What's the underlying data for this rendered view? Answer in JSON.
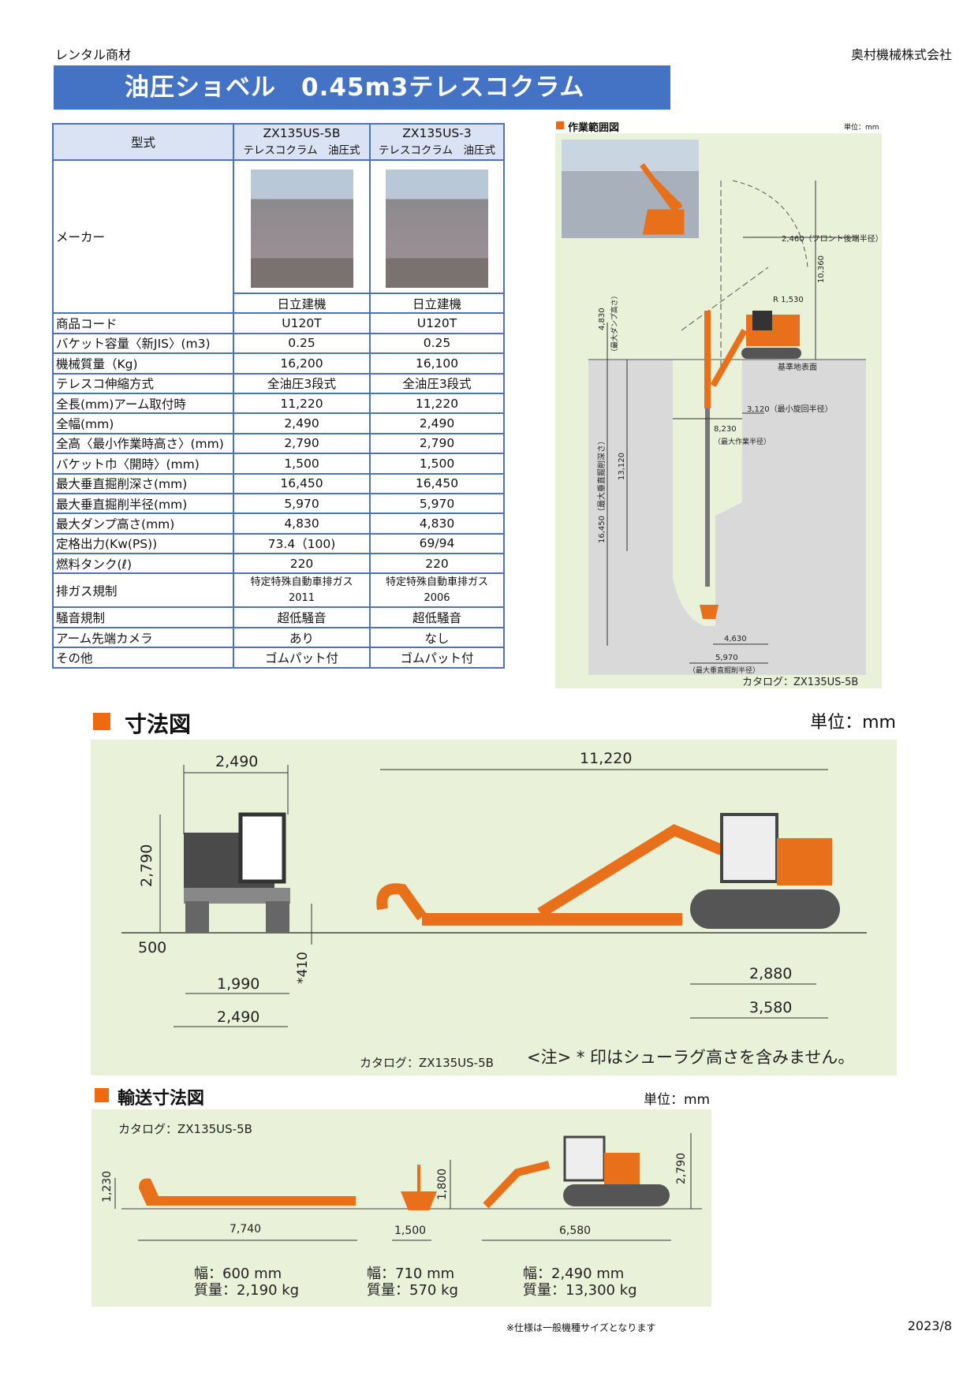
{
  "header": {
    "left": "レンタル商材",
    "right": "奥村機械株式会社"
  },
  "title": "油圧ショベル　0.45m3テレスコクラム",
  "spec_table": {
    "label_model": "型式",
    "models": [
      {
        "name": "ZX135US-5B",
        "sub": "テレスコクラム　油圧式"
      },
      {
        "name": "ZX135US-3",
        "sub": "テレスコクラム　油圧式"
      }
    ],
    "label_maker": "メーカー",
    "makers": [
      "日立建機",
      "日立建機"
    ],
    "rows": [
      {
        "label": "商品コード",
        "values": [
          "U120T",
          "U120T"
        ]
      },
      {
        "label": "バケット容量〈新JIS〉(m3)",
        "values": [
          "0.25",
          "0.25"
        ]
      },
      {
        "label": "機械質量（Kg)",
        "values": [
          "16,200",
          "16,100"
        ]
      },
      {
        "label": "テレスコ伸縮方式",
        "values": [
          "全油圧3段式",
          "全油圧3段式"
        ]
      },
      {
        "label": "全長(mm)アーム取付時",
        "values": [
          "11,220",
          "11,220"
        ]
      },
      {
        "label": "全幅(mm)",
        "values": [
          "2,490",
          "2,490"
        ]
      },
      {
        "label": "全高〈最小作業時高さ〉(mm)",
        "values": [
          "2,790",
          "2,790"
        ]
      },
      {
        "label": "バケット巾〈開時〉(mm)",
        "values": [
          "1,500",
          "1,500"
        ]
      },
      {
        "label": "最大垂直掘削深さ(mm)",
        "values": [
          "16,450",
          "16,450"
        ]
      },
      {
        "label": "最大垂直掘削半径(mm)",
        "values": [
          "5,970",
          "5,970"
        ]
      },
      {
        "label": "最大ダンプ高さ(mm)",
        "values": [
          "4,830",
          "4,830"
        ]
      },
      {
        "label": "定格出力(Kw(PS))",
        "values": [
          "73.4（100)",
          "69/94"
        ]
      }
    ],
    "fuel": {
      "label": "燃料タンク(ℓ)",
      "values": [
        "220",
        "220"
      ]
    },
    "emission": {
      "label": "排ガス規制",
      "values": [
        {
          "l1": "特定特殊自動車排ガス",
          "l2": "2011"
        },
        {
          "l1": "特定特殊自動車排ガス",
          "l2": "2006"
        }
      ]
    },
    "rows2": [
      {
        "label": "騒音規制",
        "values": [
          "超低騒音",
          "超低騒音"
        ]
      },
      {
        "label": "アーム先端カメラ",
        "values": [
          "あり",
          "なし"
        ]
      },
      {
        "label": "その他",
        "values": [
          "ゴムパット付",
          "ゴムパット付"
        ]
      }
    ]
  },
  "work_range": {
    "title": "作業範囲図",
    "unit": "単位：mm",
    "d_rear": "2,460（フロント後端半径）",
    "d_height": "10,360",
    "d_r": "R 1,530",
    "d_dump": "4,830",
    "d_dump_label": "（最大ダンプ高さ）",
    "ground": "基準地表面",
    "d_swing": "3,120（最小旋回半径）",
    "d_reach": "8,230",
    "d_reach_label": "（最大作業半径）",
    "d_depth": "16,450（最大垂直掘削深さ）",
    "d_depth2": "13,120",
    "d_r1": "4,630",
    "d_r2": "5,970",
    "d_r2_label": "（最大垂直掘削半径）",
    "catalog": "カタログ：ZX135US-5B"
  },
  "dimensions": {
    "title": "寸法図",
    "unit": "単位：mm",
    "w_top": "2,490",
    "h": "2,790",
    "d500": "500",
    "d1990": "1,990",
    "w_bottom": "2,490",
    "d410": "*410",
    "length": "11,220",
    "d2880": "2,880",
    "d3580": "3,580",
    "catalog": "カタログ：ZX135US-5B",
    "note": "<注> * 印はシューラグ高さを含みません。"
  },
  "transport": {
    "title": "輸送寸法図",
    "unit": "単位：mm",
    "catalog": "カタログ：ZX135US-5B",
    "items": [
      {
        "len": "7,740",
        "h": "1,230",
        "w": "幅：600 mm",
        "m": "質量：2,190 kg"
      },
      {
        "len": "1,500",
        "h": "1,800",
        "w": "幅：710 mm",
        "m": "質量：570 kg"
      },
      {
        "len": "6,580",
        "h": "2,790",
        "w": "幅：2,490 mm",
        "m": "質量：13,300 kg"
      }
    ]
  },
  "footer": {
    "note": "※仕様は一般機種サイズとなります",
    "date": "2023/8"
  },
  "colors": {
    "title_bar": "#4472c4",
    "accent": "#ee6a10",
    "diagram_bg": "#e9f1d9"
  }
}
